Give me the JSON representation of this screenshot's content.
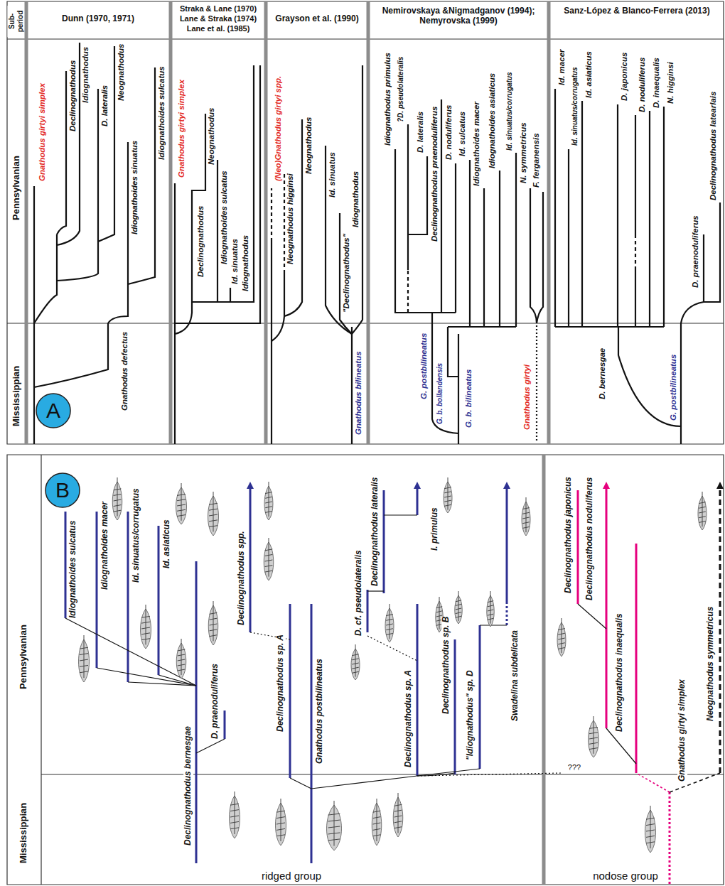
{
  "diagram": {
    "nodes": [
      {
        "text": [
          "A"
        ]
      },
      {
        "text": [
          "B"
        ]
      }
    ],
    "labels": [
      "Sub-period",
      "Dunn (1970, 1971)",
      "Straka & Lane (1970)",
      "Lane & Straka (1974)",
      "Lane et al. (1985)",
      "Grayson et al. (1990)",
      "Nemirovskaya &Nigmadganov (1994); Nemyrovska (1999)",
      "Sanz-López & Blanco-Ferrera (2013)",
      "Pennsylvanian",
      "Mississippian",
      "Gnathodus girtyi simplex",
      "Declinognathodus",
      "Idiognathodus",
      "D. lateralis",
      "Neognathodus",
      "Idiognathoides sinuatus",
      "Idiognathoides sulcatus",
      "Gnathodus defectus",
      "Gnathodus girtyi simplex",
      "Neognathodus",
      "Declinognathodus",
      "Idiognathoides sulcatus",
      "Id. sinuatus",
      "Idiognathodus",
      "(Neo)Gnathodus girtyi spp.",
      "Neognathodus higginsi",
      "Neognathodus",
      "Id. sinuatus",
      "\"Declinognathodus\"",
      "Idiognathodus",
      "Gnathodus bilineatus",
      "Idiognathodus primulus",
      "?D. pseudolateralis",
      "D. lateralis",
      "Declinognathodus praenoduliferus",
      "D. noduliferus",
      "Id. sulcatus",
      "Idiognathoides macer",
      "Idiognathoides asiaticus",
      "Id. sinuatus/corrugatus",
      "N. symmetricus",
      "F. ferganensis",
      "G. postbilineatus",
      "G. b. bollandensis",
      "G. b. bilineatus",
      "Gnathodus girtyi",
      "Id. macer",
      "Id. sinuatus/corrugatus",
      "Id. asiaticus",
      "D. japonicus",
      "D. noduliferus",
      "D. inaequalis",
      "N. higginsi",
      "D. praenoduliferus",
      "Declinognathodus latearlais",
      "D. bernesgae",
      "G. postbilineatus",
      "Pennsylvanian",
      "Mississippian",
      "Idiognathoides sulcatus",
      "Idiognathoides macer",
      "Id. sinuatus/corrugatus",
      "Id. asiaticus",
      "D. praenoduliferus",
      "Declinognathodus spp.",
      "Declinognathodus bernesgae",
      "Declinognathodus sp. A",
      "Gnathodus postbilineatus",
      "D. cf. pseudolateralis",
      "Declinognathodus lateralis",
      "Declinognathodus sp. A",
      "Declinognathodus sp. B",
      "\"Idiognathodus\" sp. D",
      "I. primulus",
      "Swadelina subdelicata",
      "???",
      "Declinognathodus japonicus",
      "Declinognathodus noduliferus",
      "Declinognathodus inaequalis",
      "Gnathodus girtyi simplex",
      "Neognathodus symmetricus",
      "ridged group",
      "nodose group"
    ]
  }
}
